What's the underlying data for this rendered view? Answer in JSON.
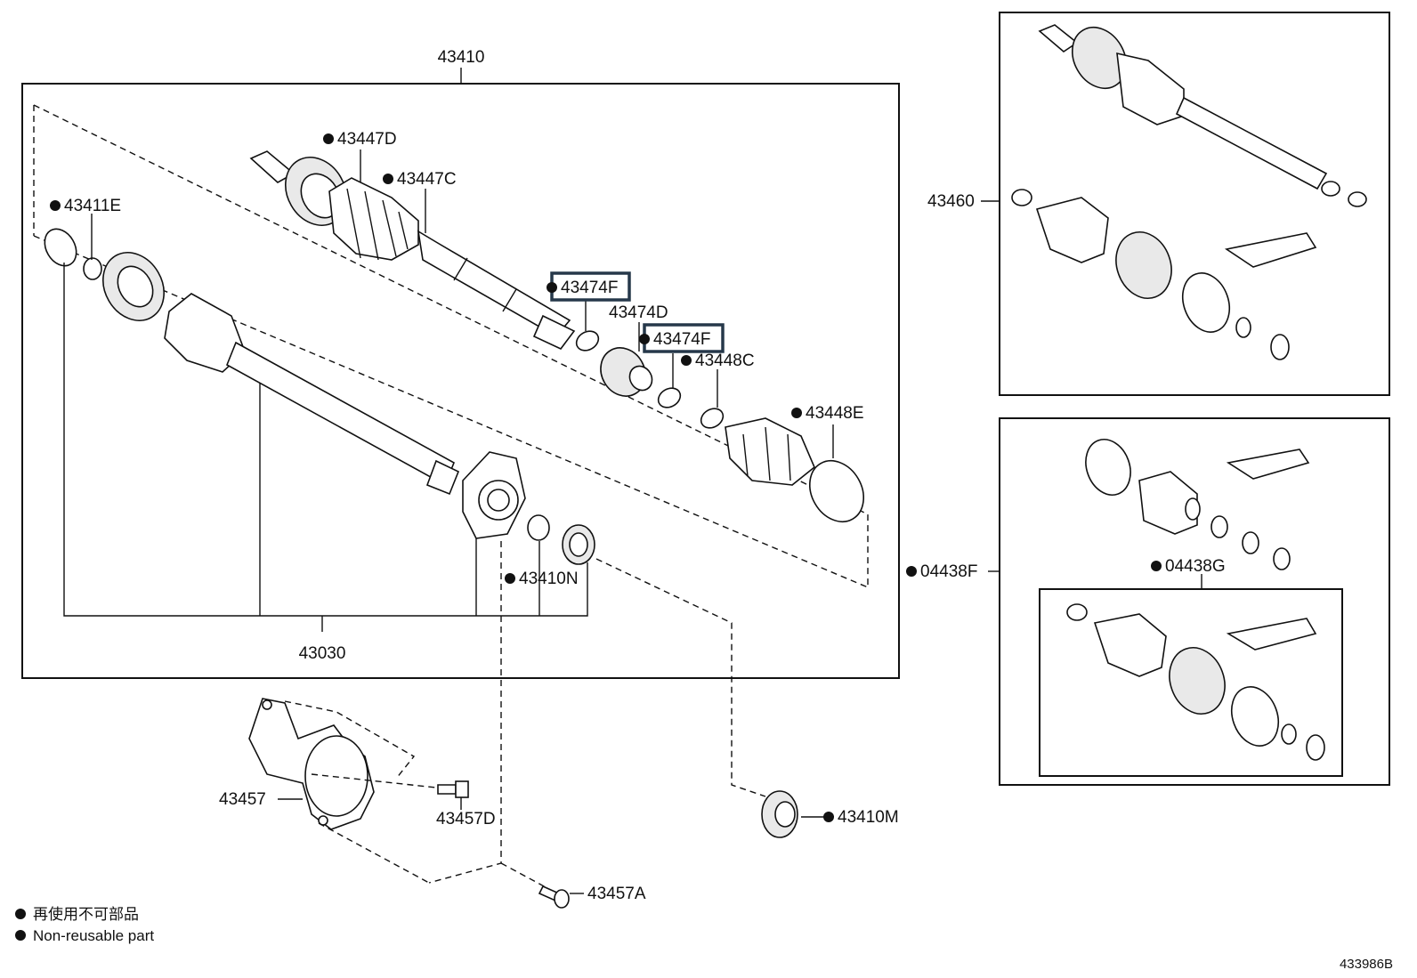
{
  "callouts": {
    "c43410": "43410",
    "c43447D": "43447D",
    "c43447C": "43447C",
    "c43411E": "43411E",
    "c43474F_a": "43474F",
    "c43474D": "43474D",
    "c43474F_b": "43474F",
    "c43448C": "43448C",
    "c43448E": "43448E",
    "c43410N": "43410N",
    "c43030": "43030",
    "c43457": "43457",
    "c43457D": "43457D",
    "c43410M": "43410M",
    "c43457A": "43457A",
    "c43460": "43460",
    "c04438F": "04438F",
    "c04438G": "04438G"
  },
  "legend": {
    "japanese": "再使用不可部品",
    "english": "Non-reusable part"
  },
  "catalog_number": "433986B",
  "highlight_color": "#26384a"
}
